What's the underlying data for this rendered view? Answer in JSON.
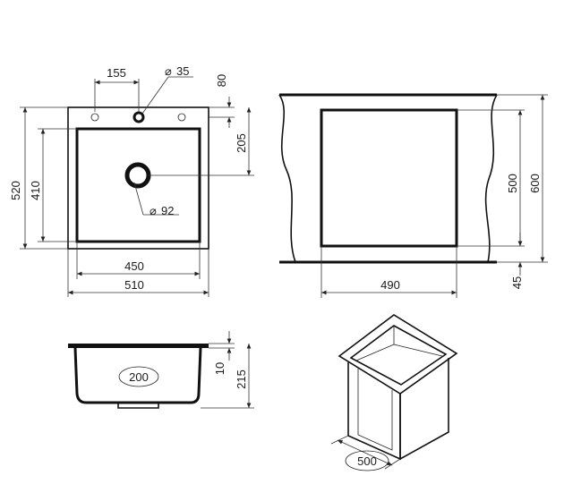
{
  "top_view": {
    "tap_hole_offset": "155",
    "tap_hole_diameter": "35",
    "tap_hole_edge_offset": "80",
    "drain_offset": "205",
    "overall_depth": "520",
    "bowl_depth": "410",
    "drain_diameter": "92",
    "bowl_width": "450",
    "overall_width": "510",
    "diameter_symbol": "⌀"
  },
  "cabinet_top_view": {
    "cutout_depth": "500",
    "cabinet_depth": "600",
    "front_offset": "45",
    "cutout_width": "490"
  },
  "section_view": {
    "bowl_depth_label": "200",
    "rim_thickness": "10",
    "total_height": "215"
  },
  "cabinet_3d": {
    "cabinet_width": "500"
  }
}
